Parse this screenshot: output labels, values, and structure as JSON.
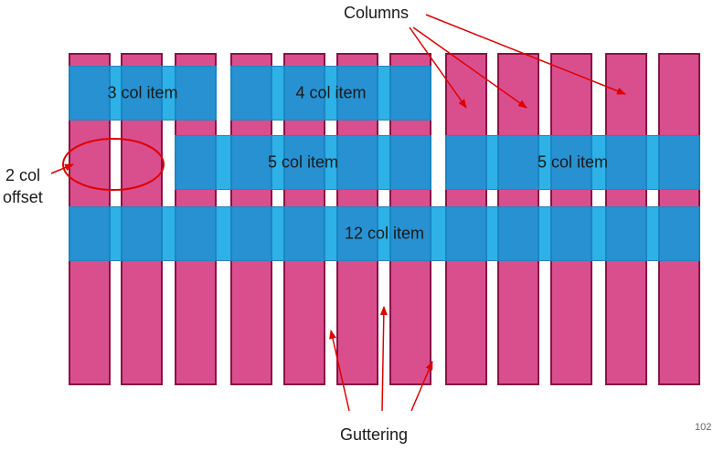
{
  "labels": {
    "columns": "Columns",
    "guttering": "Guttering",
    "offset_line1": "2 col",
    "offset_line2": "offset",
    "page_number": "102"
  },
  "grid": {
    "column_count": 12
  },
  "items": [
    {
      "name": "3-col-item",
      "label": "3 col item",
      "start": 0,
      "span": 3,
      "row": 0
    },
    {
      "name": "4-col-item",
      "label": "4 col item",
      "start": 3,
      "span": 4,
      "row": 0
    },
    {
      "name": "5-col-item-left",
      "label": "5 col item",
      "start": 2,
      "span": 5,
      "row": 1
    },
    {
      "name": "5-col-item-right",
      "label": "5 col item",
      "start": 7,
      "span": 5,
      "row": 1
    },
    {
      "name": "12-col-item",
      "label": "12 col item",
      "start": 0,
      "span": 12,
      "row": 2
    }
  ],
  "colors": {
    "column_fill": "#d94f8e",
    "column_border": "#8a1244",
    "item_fill": "#00a0e1",
    "annotation": "#e00000"
  }
}
